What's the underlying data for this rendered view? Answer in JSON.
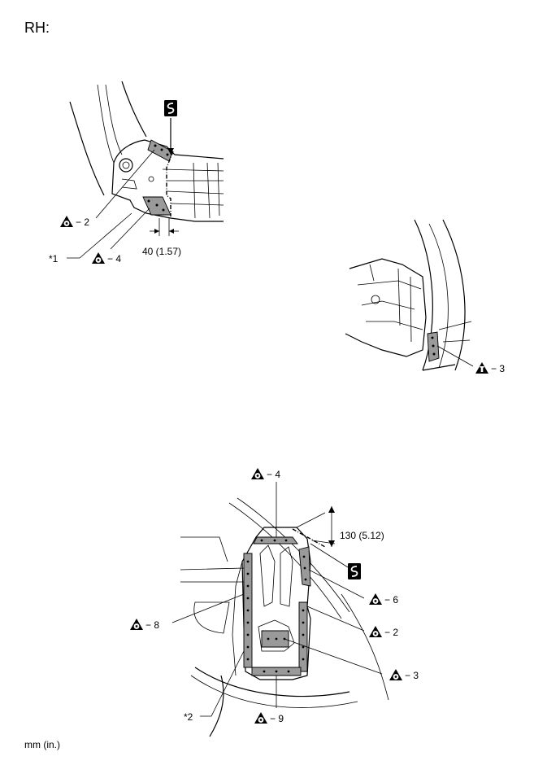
{
  "header": {
    "side_label": "RH:"
  },
  "footer": {
    "units_note": "mm (in.)"
  },
  "icons": {
    "cut_symbol": "cut-line-symbol-icon",
    "spot_weld_symbol": "spot-weld-symbol-icon",
    "plug_weld_symbol": "plug-weld-symbol-icon"
  },
  "top_left_view": {
    "dimension": "40 (1.57)",
    "callouts": [
      {
        "symbol": "spot-weld",
        "text": "− 2"
      },
      {
        "symbol": "spot-weld",
        "text": "− 4"
      }
    ],
    "reference": "*1"
  },
  "right_view": {
    "callouts": [
      {
        "symbol": "plug-weld",
        "text": "− 3"
      }
    ]
  },
  "bottom_view": {
    "dimension": "130 (5.12)",
    "callouts": [
      {
        "symbol": "spot-weld",
        "text": "− 4"
      },
      {
        "symbol": "spot-weld",
        "text": "− 6"
      },
      {
        "symbol": "spot-weld",
        "text": "− 8"
      },
      {
        "symbol": "spot-weld",
        "text": "− 2"
      },
      {
        "symbol": "spot-weld",
        "text": "− 3"
      },
      {
        "symbol": "spot-weld",
        "text": "− 9"
      }
    ],
    "reference": "*2"
  }
}
